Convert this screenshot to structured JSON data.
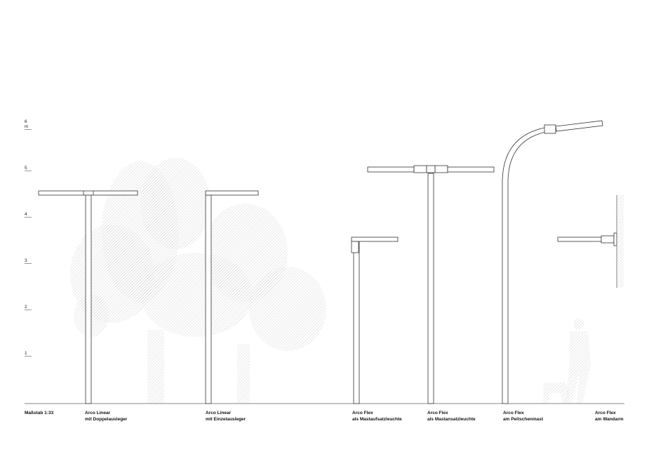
{
  "scale_label": "Maßstab 1:33",
  "height_marks": [
    "6 m",
    "5",
    "4",
    "3",
    "2",
    "1"
  ],
  "luminaires": [
    {
      "name": "Arco Linear",
      "variant": "mit Doppelausleger"
    },
    {
      "name": "Arco Linear",
      "variant": "mit Einzelausleger"
    },
    {
      "name": "Arco Flex",
      "variant": "als Mastaufsatzleuchte"
    },
    {
      "name": "Arco Flex",
      "variant": "als Mastansatzleuchte"
    },
    {
      "name": "Arco Flex",
      "variant": "am Peitschenmast"
    },
    {
      "name": "Arco Flex",
      "variant": "am Wandarm"
    }
  ]
}
